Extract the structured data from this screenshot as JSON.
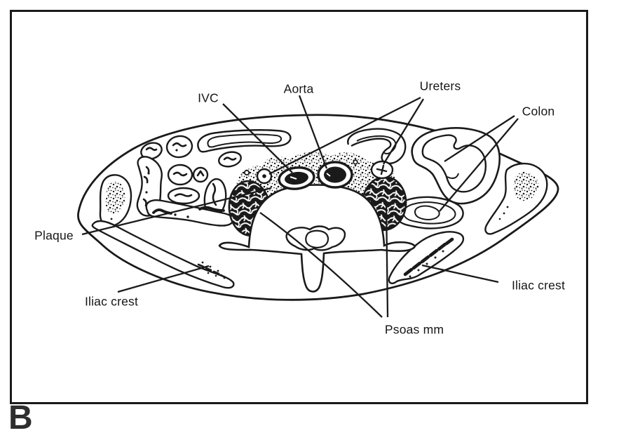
{
  "figure": {
    "panel_letter": "B",
    "labels": {
      "ivc": "IVC",
      "aorta": "Aorta",
      "ureters": "Ureters",
      "colon": "Colon",
      "plaque": "Plaque",
      "iliac_crest_left": "Iliac crest",
      "iliac_crest_right": "Iliac crest",
      "psoas_muscles": "Psoas mm"
    },
    "colors": {
      "ink": "#1a1a1a",
      "paper": "#ffffff",
      "panel_letter": "#2e2e2e"
    }
  }
}
